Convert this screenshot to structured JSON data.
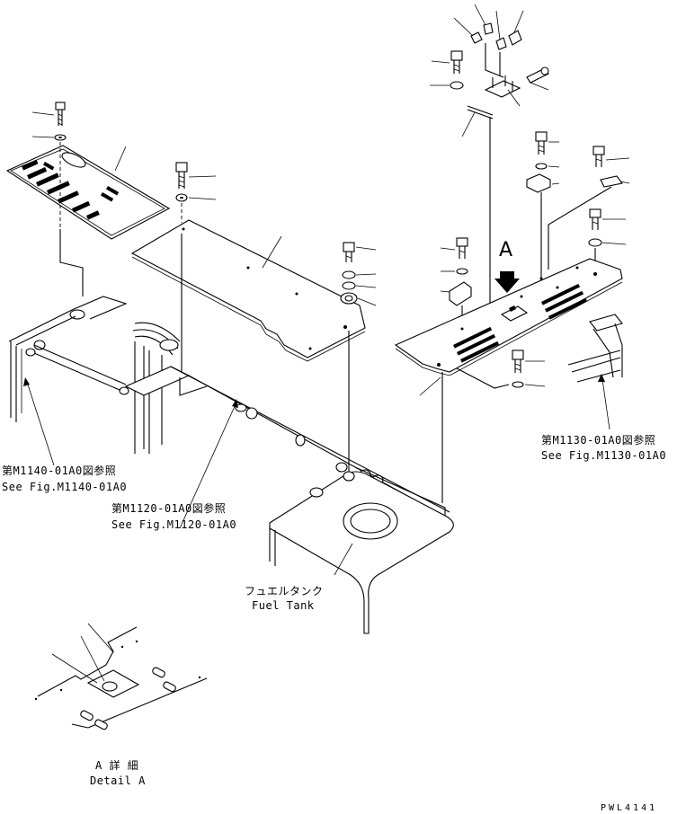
{
  "callouts": {
    "ref_m1140": {
      "ja": "第M1140-01A0図参照",
      "en": "See Fig.M1140-01A0"
    },
    "ref_m1120": {
      "ja": "第M1120-01A0図参照",
      "en": "See Fig.M1120-01A0"
    },
    "ref_m1130": {
      "ja": "第M1130-01A0図参照",
      "en": "See Fig.M1130-01A0"
    },
    "fuel_tank": {
      "ja": "フュエルタンク",
      "en": "Fuel Tank"
    },
    "detail": {
      "ja": "A 詳 細",
      "en": "Detail A"
    }
  },
  "view_marker": "A",
  "drawing_code": "PWL4141"
}
